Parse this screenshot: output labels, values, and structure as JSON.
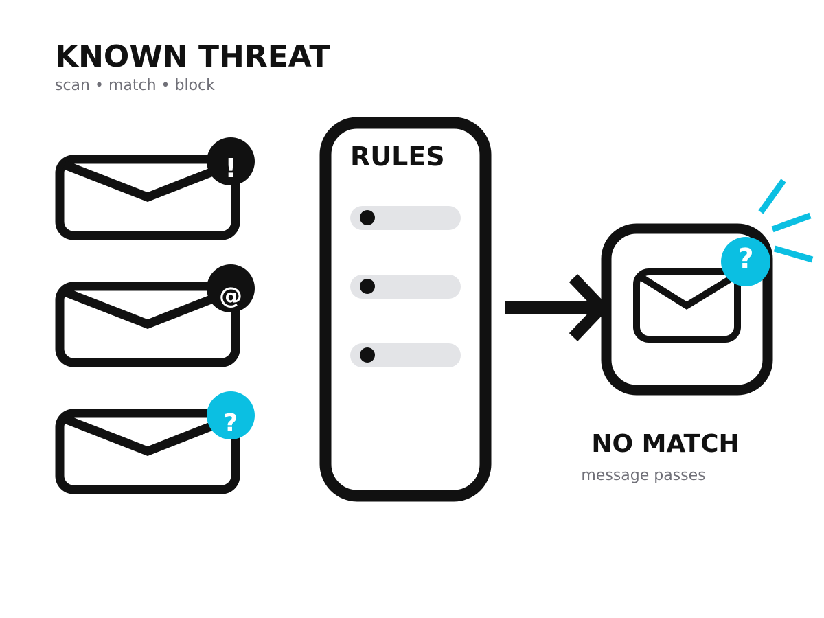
{
  "header": {
    "title": "KNOWN THREAT",
    "subtitle": "scan • match • block"
  },
  "inbox": {
    "messages": [
      {
        "badge_glyph": "!",
        "badge_color": "#111111",
        "icon": "envelope-icon"
      },
      {
        "badge_glyph": "@",
        "badge_color": "#111111",
        "icon": "envelope-icon"
      },
      {
        "badge_glyph": "?",
        "badge_color": "#0bbfe2",
        "icon": "envelope-icon"
      }
    ]
  },
  "rules_panel": {
    "title": "RULES",
    "rule_count": 3
  },
  "result": {
    "badge_glyph": "?",
    "title": "NO MATCH",
    "subtitle": "message passes",
    "icon": "envelope-icon"
  },
  "colors": {
    "ink": "#111111",
    "accent": "#0bbfe2",
    "muted": "#707078",
    "rule_bar": "#e3e4e7"
  }
}
